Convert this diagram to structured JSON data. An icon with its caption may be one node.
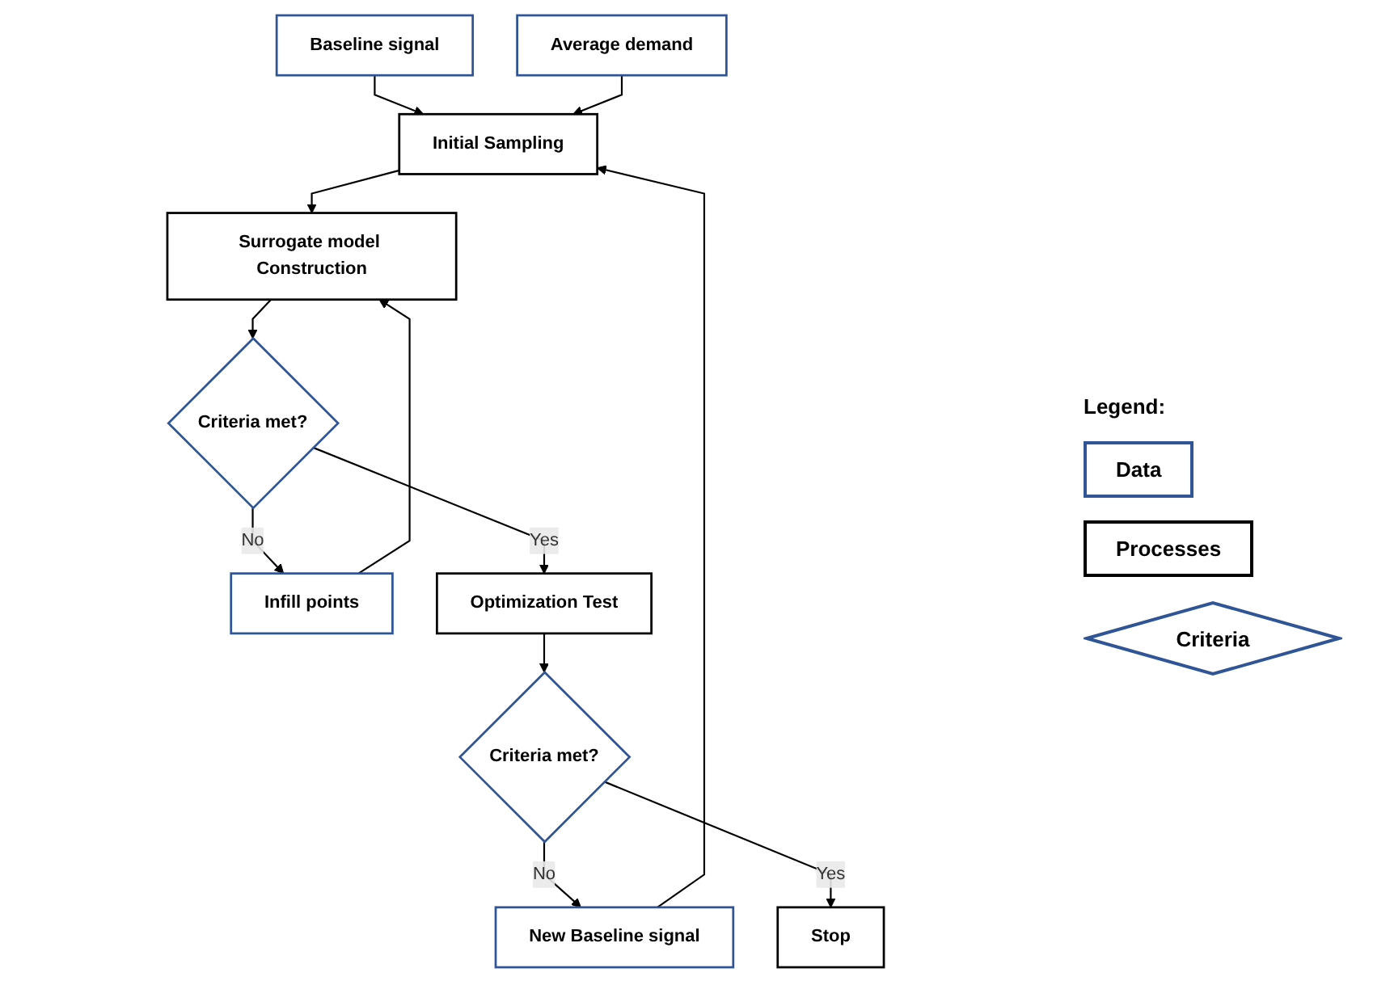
{
  "diagram": {
    "nodes": [
      {
        "text": [
          "Baseline signal"
        ]
      },
      {
        "text": [
          "Average demand"
        ]
      },
      {
        "text": [
          "Initial Sampling"
        ]
      },
      {
        "text": [
          "Surrogate model Construction"
        ]
      },
      {
        "text": [
          "Infill points"
        ]
      },
      {
        "text": [
          "Criteria met?"
        ]
      },
      {
        "text": [
          "Optimization Test"
        ]
      },
      {
        "text": [
          "Criteria met?"
        ]
      },
      {
        "text": [
          "New Baseline signal"
        ]
      },
      {
        "text": [
          "Stop"
        ]
      }
    ],
    "edges": [
      {
        "from": 0,
        "to": 2,
        "arrow": "to"
      },
      {
        "from": 1,
        "to": 2,
        "arrow": "to"
      },
      {
        "from": 2,
        "to": 3,
        "arrow": "to"
      },
      {
        "from": 4,
        "to": 3,
        "arrow": "to"
      },
      {
        "from": 3,
        "to": 5,
        "arrow": "to"
      },
      {
        "from": 5,
        "to": 4,
        "arrow": "to",
        "label": "No"
      },
      {
        "from": 5,
        "to": 6,
        "arrow": "to",
        "label": "Yes"
      },
      {
        "from": 6,
        "to": 7,
        "arrow": "to"
      },
      {
        "from": 7,
        "to": 8,
        "arrow": "to",
        "label": "No"
      },
      {
        "from": 8,
        "to": 2,
        "arrow": "to"
      },
      {
        "from": 7,
        "to": 9,
        "arrow": "to",
        "label": "Yes"
      }
    ],
    "labels": [
      "Legend:"
    ],
    "legend": [
      {
        "text": "Data"
      },
      {
        "text": "Processes"
      },
      {
        "text": "Criteria"
      }
    ]
  }
}
